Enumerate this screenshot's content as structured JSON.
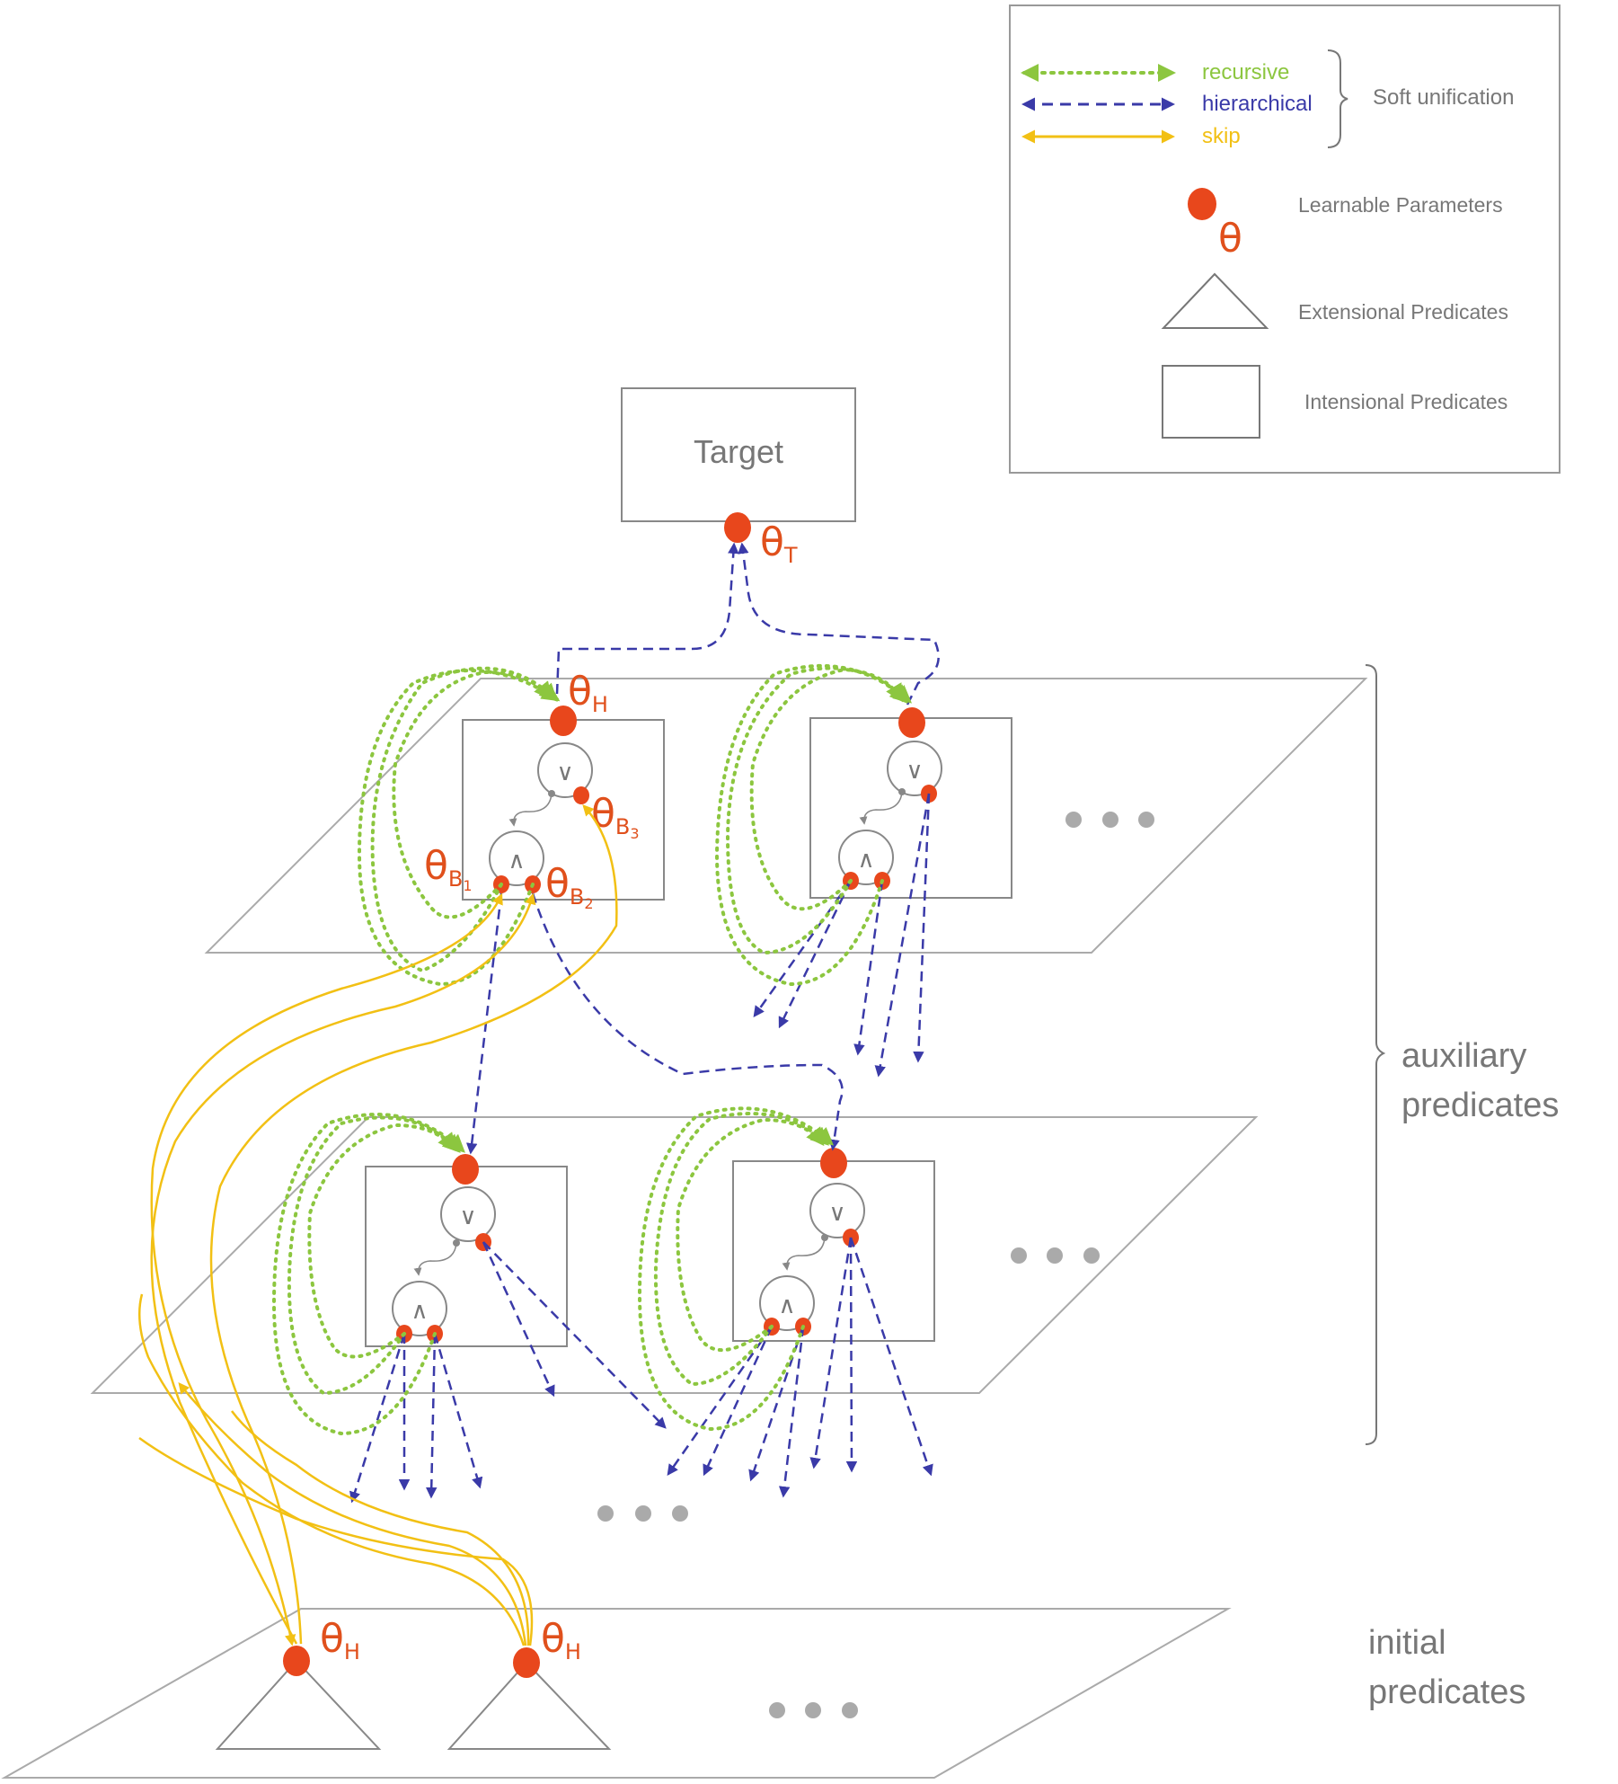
{
  "legend": {
    "recursive": "recursive",
    "hierarchical": "hierarchical",
    "skip": "skip",
    "soft_unification": "Soft unification",
    "learnable_parameters": "Learnable Parameters",
    "theta_symbol": "θ",
    "extensional_predicates": "Extensional Predicates",
    "intensional_predicates": "Intensional Predicates"
  },
  "target": {
    "label": "Target",
    "theta": "θ",
    "theta_sub": "T"
  },
  "aux_node": {
    "theta_h": "θ",
    "theta_h_sub": "H",
    "theta_b1": "θ",
    "theta_b1_sub": "B",
    "theta_b1_subsub": "1",
    "theta_b2": "θ",
    "theta_b2_sub": "B",
    "theta_b2_subsub": "2",
    "theta_b3": "θ",
    "theta_b3_sub": "B",
    "theta_b3_subsub": "3",
    "or_symbol": "∨",
    "and_symbol": "∧"
  },
  "initial_nodes": {
    "left_theta": "θ",
    "left_sub": "H",
    "right_theta": "θ",
    "right_sub": "H"
  },
  "groups": {
    "auxiliary_line1": "auxiliary",
    "auxiliary_line2": "predicates",
    "initial_line1": "initial",
    "initial_line2": "predicates"
  },
  "colors": {
    "recursive": "#8cc63f",
    "hierarchical": "#3a3aa8",
    "skip": "#f2c014",
    "parameter": "#e8471c",
    "outline": "#888888"
  }
}
